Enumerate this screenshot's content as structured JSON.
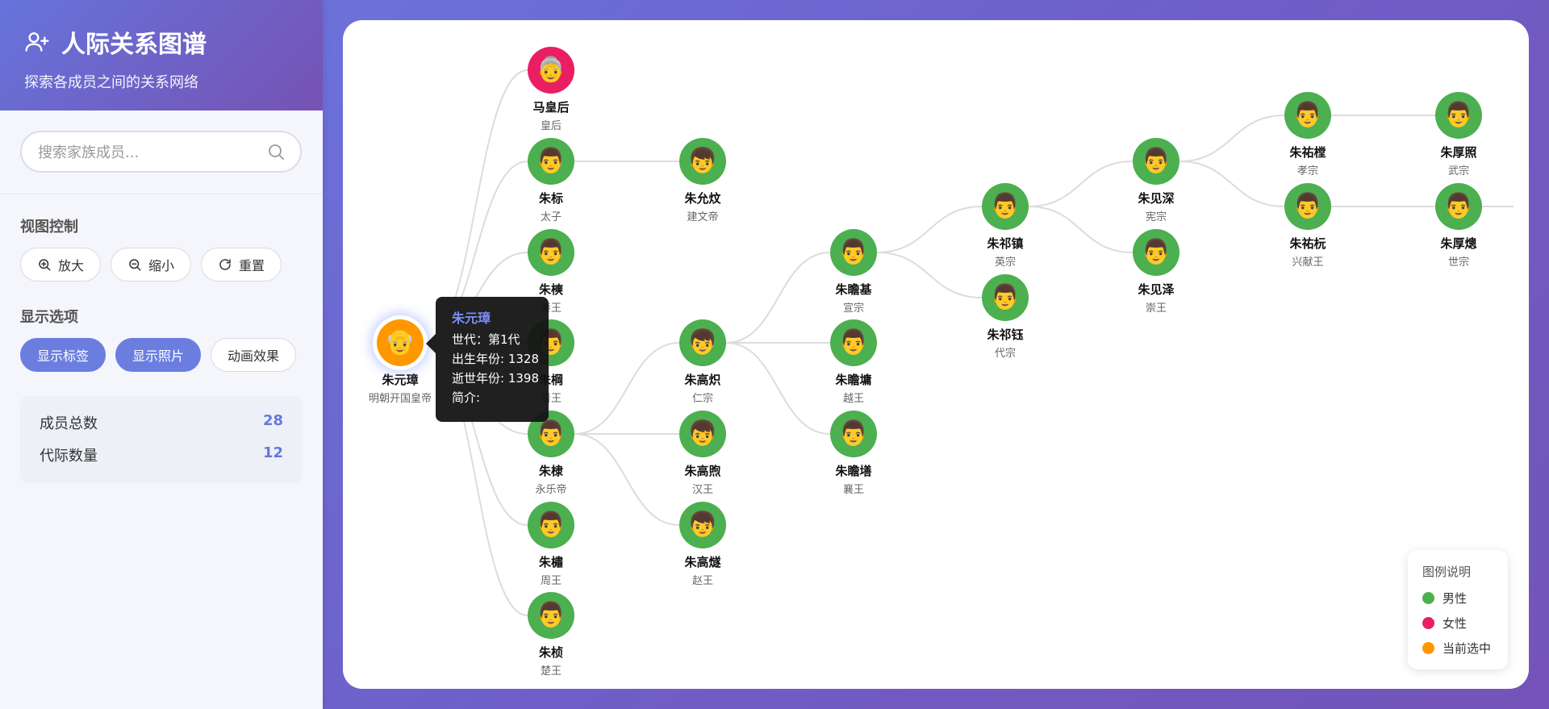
{
  "sidebar": {
    "title": "人际关系图谱",
    "subtitle": "探索各成员之间的关系网络",
    "search": {
      "placeholder": "搜索家族成员..."
    },
    "view_control": {
      "title": "视图控制",
      "zoom_in": "放大",
      "zoom_out": "缩小",
      "reset": "重置"
    },
    "display_options": {
      "title": "显示选项",
      "show_labels": "显示标签",
      "show_photos": "显示照片",
      "animation": "动画效果"
    },
    "stats": [
      {
        "label": "成员总数",
        "value": "28"
      },
      {
        "label": "代际数量",
        "value": "12"
      }
    ]
  },
  "graph": {
    "nodes": [
      {
        "id": "zhuyuanzhang",
        "name": "朱元璋",
        "role": "明朝开国皇帝",
        "gender": "male",
        "selected": true,
        "emoji": "👴"
      },
      {
        "id": "mahuanghou",
        "name": "马皇后",
        "role": "皇后",
        "gender": "female",
        "emoji": "👵"
      },
      {
        "id": "zhubiao",
        "name": "朱标",
        "role": "太子",
        "gender": "male",
        "emoji": "👨"
      },
      {
        "id": "zhushuang",
        "name": "朱樉",
        "role": "秦王",
        "gender": "male",
        "emoji": "👨"
      },
      {
        "id": "zhugang",
        "name": "朱棡",
        "role": "晋王",
        "gender": "male",
        "emoji": "👨"
      },
      {
        "id": "zhudi",
        "name": "朱棣",
        "role": "永乐帝",
        "gender": "male",
        "emoji": "👨"
      },
      {
        "id": "zhusu",
        "name": "朱橚",
        "role": "周王",
        "gender": "male",
        "emoji": "👨"
      },
      {
        "id": "zhuzhen",
        "name": "朱桢",
        "role": "楚王",
        "gender": "male",
        "emoji": "👨"
      },
      {
        "id": "zhuyunwen",
        "name": "朱允炆",
        "role": "建文帝",
        "gender": "male",
        "emoji": "👦"
      },
      {
        "id": "zhugaochi",
        "name": "朱高炽",
        "role": "仁宗",
        "gender": "male",
        "emoji": "👦"
      },
      {
        "id": "zhugaoxu",
        "name": "朱高煦",
        "role": "汉王",
        "gender": "male",
        "emoji": "👦"
      },
      {
        "id": "zhugaosui",
        "name": "朱高燧",
        "role": "赵王",
        "gender": "male",
        "emoji": "👦"
      },
      {
        "id": "zhuzhanji",
        "name": "朱瞻基",
        "role": "宣宗",
        "gender": "male",
        "emoji": "👨"
      },
      {
        "id": "zhuzhanyong",
        "name": "朱瞻墉",
        "role": "越王",
        "gender": "male",
        "emoji": "👨"
      },
      {
        "id": "zhuzhanshan",
        "name": "朱瞻墡",
        "role": "襄王",
        "gender": "male",
        "emoji": "👨"
      },
      {
        "id": "zhuqizhen",
        "name": "朱祁镇",
        "role": "英宗",
        "gender": "male",
        "emoji": "👨"
      },
      {
        "id": "zhuqiyu",
        "name": "朱祁钰",
        "role": "代宗",
        "gender": "male",
        "emoji": "👨"
      },
      {
        "id": "zhujianshen",
        "name": "朱见深",
        "role": "宪宗",
        "gender": "male",
        "emoji": "👨"
      },
      {
        "id": "zhujianze",
        "name": "朱见泽",
        "role": "崇王",
        "gender": "male",
        "emoji": "👨"
      },
      {
        "id": "zhuyoucheng",
        "name": "朱祐樘",
        "role": "孝宗",
        "gender": "male",
        "emoji": "👨"
      },
      {
        "id": "zhuyouyuan",
        "name": "朱祐杬",
        "role": "兴献王",
        "gender": "male",
        "emoji": "👨"
      },
      {
        "id": "zhuhouzhao",
        "name": "朱厚照",
        "role": "武宗",
        "gender": "male",
        "emoji": "👨"
      },
      {
        "id": "zhuhoucong",
        "name": "朱厚熜",
        "role": "世宗",
        "gender": "male",
        "emoji": "👨"
      }
    ],
    "links": [
      [
        "zhuyuanzhang",
        "mahuanghou"
      ],
      [
        "zhuyuanzhang",
        "zhubiao"
      ],
      [
        "zhuyuanzhang",
        "zhushuang"
      ],
      [
        "zhuyuanzhang",
        "zhugang"
      ],
      [
        "zhuyuanzhang",
        "zhudi"
      ],
      [
        "zhuyuanzhang",
        "zhusu"
      ],
      [
        "zhuyuanzhang",
        "zhuzhen"
      ],
      [
        "zhubiao",
        "zhuyunwen"
      ],
      [
        "zhudi",
        "zhugaochi"
      ],
      [
        "zhudi",
        "zhugaoxu"
      ],
      [
        "zhudi",
        "zhugaosui"
      ],
      [
        "zhugaochi",
        "zhuzhanji"
      ],
      [
        "zhugaochi",
        "zhuzhanyong"
      ],
      [
        "zhugaochi",
        "zhuzhanshan"
      ],
      [
        "zhuzhanji",
        "zhuqizhen"
      ],
      [
        "zhuzhanji",
        "zhuqiyu"
      ],
      [
        "zhuqizhen",
        "zhujianshen"
      ],
      [
        "zhuqizhen",
        "zhujianze"
      ],
      [
        "zhujianshen",
        "zhuyoucheng"
      ],
      [
        "zhujianshen",
        "zhuyouyuan"
      ],
      [
        "zhuyoucheng",
        "zhuhouzhao"
      ],
      [
        "zhuyouyuan",
        "zhuhoucong"
      ],
      [
        "zhuhoucong",
        "offscreen"
      ]
    ],
    "tooltip": {
      "name": "朱元璋",
      "generation": "世代：第1代",
      "birth": "出生年份: 1328",
      "death": "逝世年份: 1398",
      "intro": "简介:"
    },
    "legend": {
      "title": "图例说明",
      "items": [
        {
          "label": "男性",
          "color": "#4caf50"
        },
        {
          "label": "女性",
          "color": "#e91e63"
        },
        {
          "label": "当前选中",
          "color": "#ff9800"
        }
      ]
    }
  }
}
